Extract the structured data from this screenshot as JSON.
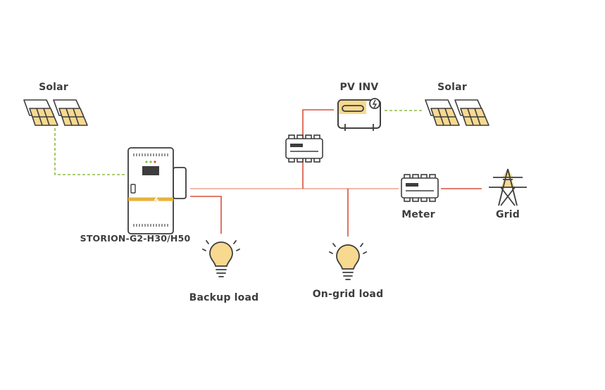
{
  "labels": {
    "solar_left": "Solar",
    "pv_inv": "PV INV",
    "solar_right": "Solar",
    "storage": "STORION-G2-H30/H50",
    "meter": "Meter",
    "grid": "Grid",
    "backup_load": "Backup load",
    "ongrid_load": "On-grid load"
  },
  "colors": {
    "ac_line": "#d9503c",
    "ac_line_light": "#f2b8ae",
    "dc_line": "#8dbb45",
    "accent": "#e8b23a",
    "accent_light": "#f7d98f",
    "outline": "#3d3d3d"
  },
  "icons": {
    "solar": "solar-panel-icon",
    "inverter": "pv-inverter-icon",
    "meter": "energy-meter-icon",
    "grid": "transmission-tower-icon",
    "storage": "battery-storage-icon",
    "load": "light-bulb-icon"
  }
}
